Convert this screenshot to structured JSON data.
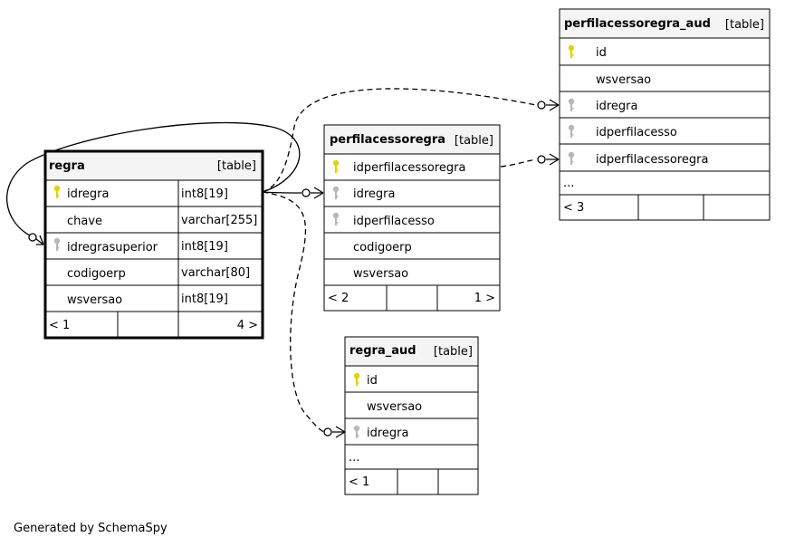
{
  "tables": {
    "regra": {
      "name": "regra",
      "tag": "[table]",
      "columns": [
        {
          "name": "idregra",
          "type": "int8[19]",
          "key": "primary"
        },
        {
          "name": "chave",
          "type": "varchar[255]",
          "key": "none"
        },
        {
          "name": "idregrasuperior",
          "type": "int8[19]",
          "key": "foreign"
        },
        {
          "name": "codigoerp",
          "type": "varchar[80]",
          "key": "none"
        },
        {
          "name": "wsversao",
          "type": "int8[19]",
          "key": "none"
        }
      ],
      "footer": [
        "< 1",
        "",
        "4 >"
      ]
    },
    "perfilacessoregra": {
      "name": "perfilacessoregra",
      "tag": "[table]",
      "columns": [
        {
          "name": "idperfilacessoregra",
          "key": "primary"
        },
        {
          "name": "idregra",
          "key": "foreign"
        },
        {
          "name": "idperfilacesso",
          "key": "foreign"
        },
        {
          "name": "codigoerp",
          "key": "none"
        },
        {
          "name": "wsversao",
          "key": "none"
        }
      ],
      "footer": [
        "< 2",
        "",
        "1 >"
      ]
    },
    "perfilacessoregra_aud": {
      "name": "perfilacessoregra_aud",
      "tag": "[table]",
      "columns": [
        {
          "name": "id",
          "key": "primary"
        },
        {
          "name": "wsversao",
          "key": "none"
        },
        {
          "name": "idregra",
          "key": "foreign"
        },
        {
          "name": "idperfilacesso",
          "key": "foreign"
        },
        {
          "name": "idperfilacessoregra",
          "key": "foreign"
        }
      ],
      "ellipsis": "...",
      "footer": [
        "< 3",
        "",
        ""
      ]
    },
    "regra_aud": {
      "name": "regra_aud",
      "tag": "[table]",
      "columns": [
        {
          "name": "id",
          "key": "primary"
        },
        {
          "name": "wsversao",
          "key": "none"
        },
        {
          "name": "idregra",
          "key": "foreign"
        }
      ],
      "ellipsis": "...",
      "footer": [
        "< 1",
        "",
        ""
      ]
    }
  },
  "relations": [
    {
      "from": "regra.idregra",
      "to": "regra.idregrasuperior",
      "style": "solid"
    },
    {
      "from": "regra.idregra",
      "to": "perfilacessoregra.idregra",
      "style": "solid"
    },
    {
      "from": "regra.idregra",
      "to": "perfilacessoregra_aud.idregra",
      "style": "dashed"
    },
    {
      "from": "regra.idregra",
      "to": "regra_aud.idregra",
      "style": "dashed"
    },
    {
      "from": "perfilacessoregra.idperfilacessoregra",
      "to": "perfilacessoregra_aud.idperfilacessoregra",
      "style": "dashed"
    }
  ],
  "colors": {
    "primary_key": "#e3d200",
    "foreign_key": "#b8b8b8",
    "header_fill": "#f4f4f4",
    "border": "#000000"
  },
  "footer_credit": "Generated by SchemaSpy"
}
